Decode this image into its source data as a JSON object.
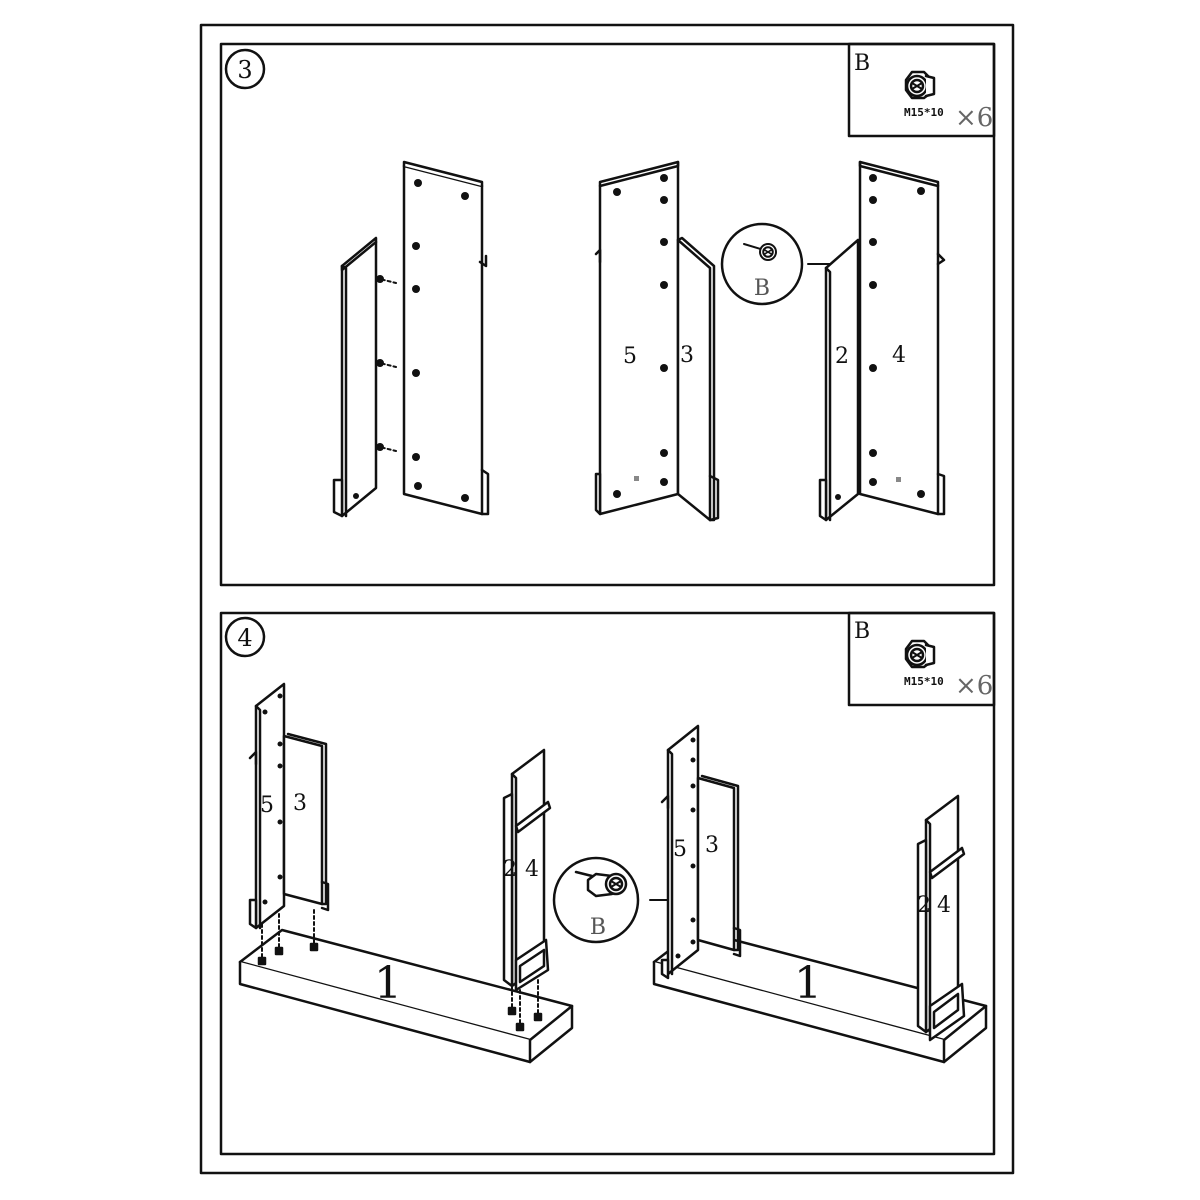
{
  "colors": {
    "ink": "#111111",
    "paper": "#ffffff",
    "muted": "#666666"
  },
  "steps": [
    {
      "number": "3",
      "hardware_kit": {
        "letter": "B",
        "code": "M15*10",
        "count": "×6",
        "icon": "cam-lock-icon"
      },
      "callout": {
        "letter": "B",
        "icon": "cam-lock-icon"
      },
      "labels": {
        "left_front": "5",
        "left_side": "3",
        "right_side": "2",
        "right_front": "4"
      }
    },
    {
      "number": "4",
      "hardware_kit": {
        "letter": "B",
        "code": "M15*10",
        "count": "×6",
        "icon": "cam-lock-icon"
      },
      "callout": {
        "letter": "B",
        "icon": "cam-lock-icon"
      },
      "labels": {
        "left_front": "5",
        "left_side": "3",
        "right_side": "2",
        "right_front": "4",
        "base": "1",
        "b_front": "5",
        "b_side": "3",
        "b_right_side": "2",
        "b_right_front": "4",
        "b_base": "1"
      }
    }
  ]
}
